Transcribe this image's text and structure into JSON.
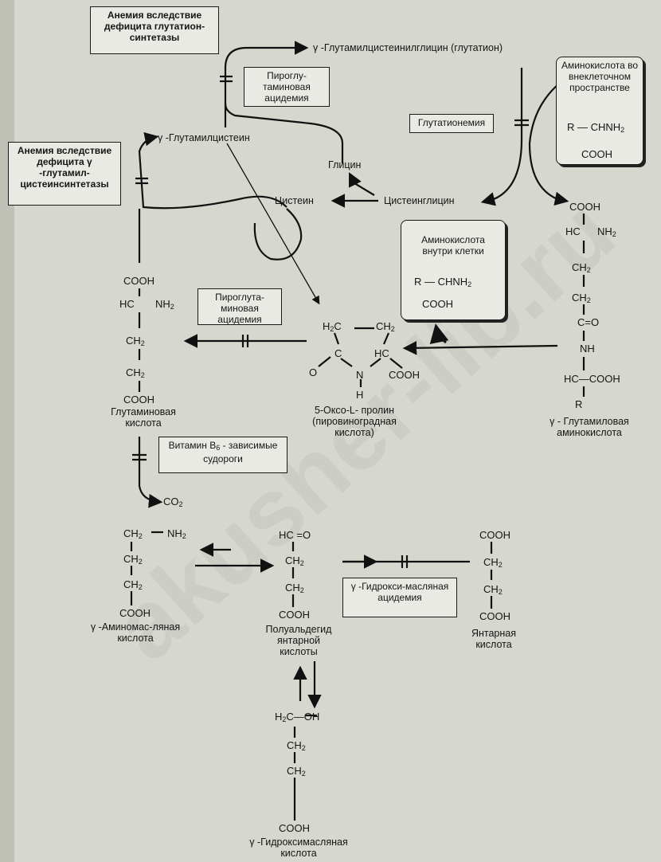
{
  "boxes": {
    "gs_deficiency": "Анемия вследствие дефицита глутатион-синтетазы",
    "pyroglu_top": "Пироглу-таминовая ацидемия",
    "gammacys_deficiency": "Анемия вследствие дефицита γ -глутамил-цистеинсинтетазы",
    "glutathionemia": "Глутатионемия",
    "aa_extracellular": "Аминокислота во внеклеточном пространстве",
    "aa_intracellular": "Аминокислота внутри клетки",
    "pyroglu_mid": "Пироглута-миновая ацидемия",
    "b6_seizures": "Витамин B6 - зависимые судороги",
    "ghb_acidemia": "γ -Гидрокси-масляная ацидемия"
  },
  "labels": {
    "glutathione": "γ -Глутамилцистеинилглицин (глутатион)",
    "gamma_glu_cys": "γ -Глутамилцистеин",
    "glycine": "Глицин",
    "cysteine": "Цистеин",
    "cysteinylglycine": "Цистеинглицин",
    "glutamic_acid": "Глутаминовая кислота",
    "oxoproline": "5-Оксо-L- пролин (пировиноградная кислота)",
    "gamma_glutamyl_aa": "γ - Глутамиловая аминокислота",
    "co2": "CO2",
    "gaba": "γ -Аминомас-ляная кислота",
    "succ_semialdehyde": "Полуальдегид янтарной кислоты",
    "succinic": "Янтарная кислота",
    "ghb": "γ -Гидроксимасляная кислота"
  },
  "formulas": {
    "r_chnh2": "R — CHNH2",
    "cooh": "COOH",
    "nh2": "NH2",
    "ch2": "CH2",
    "hc": "HC",
    "co_eq": "C=O",
    "nh": "NH",
    "hc_cooh": "HC—COOH",
    "r": "R",
    "h2c": "H2C",
    "c": "C",
    "n": "N",
    "h": "H",
    "o": "O",
    "hc_eq_o": "HC =O",
    "h2c_oh": "H2C—OH"
  },
  "watermark": "akusher-lib.ru"
}
